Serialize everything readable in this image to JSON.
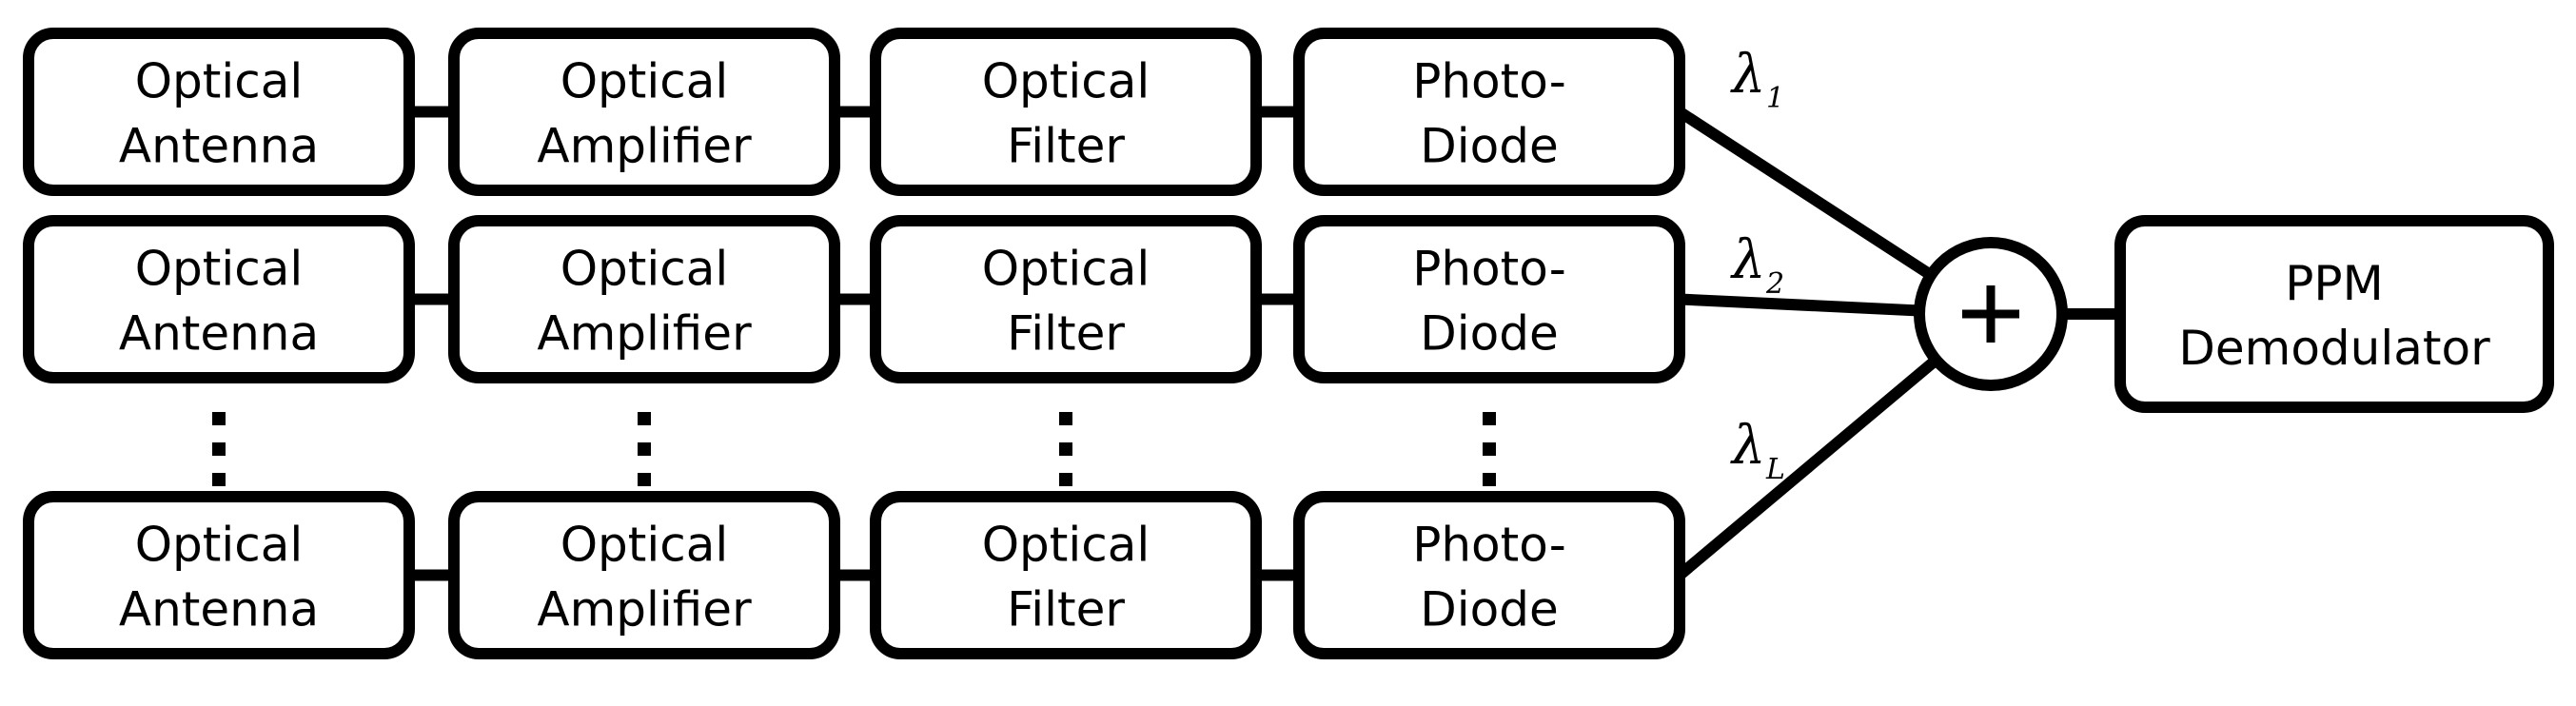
{
  "diagram": {
    "stages": [
      {
        "id": "antenna",
        "line1": "Optical",
        "line2": "Antenna"
      },
      {
        "id": "amplifier",
        "line1": "Optical",
        "line2": "Amplifier"
      },
      {
        "id": "filter",
        "line1": "Optical",
        "line2": "Filter"
      },
      {
        "id": "photodiode",
        "line1": "Photo-",
        "line2": "Diode"
      }
    ],
    "rows": [
      {
        "id": "row-1",
        "wavelength": {
          "symbol": "λ",
          "subscript": "1"
        }
      },
      {
        "id": "row-2",
        "wavelength": {
          "symbol": "λ",
          "subscript": "2"
        }
      },
      {
        "id": "row-L",
        "wavelength": {
          "symbol": "λ",
          "subscript": "L"
        }
      }
    ],
    "combiner": {
      "symbol": "+"
    },
    "demodulator": {
      "line1": "PPM",
      "line2": "Demodulator"
    }
  }
}
